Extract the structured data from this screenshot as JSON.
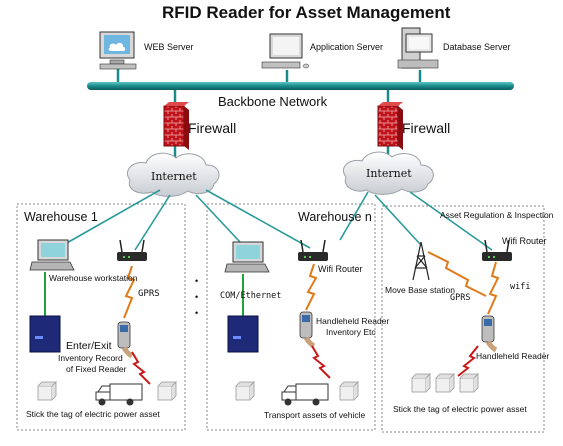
{
  "title": "RFID Reader for Asset Management",
  "servers": {
    "web": "WEB Server",
    "application": "Application Server",
    "database": "Database Server"
  },
  "backbone": "Backbone Network",
  "firewall_left": "Firewall",
  "firewall_right": "Firewall",
  "internet_left": "Internet",
  "internet_right": "Internet",
  "warehouse1": {
    "title": "Warehouse 1",
    "workstation": "Warehouse workstation",
    "gprs": "GPRS",
    "enter_exit": "Enter/Exit",
    "inventory_record": "Inventory Record",
    "of_fixed_reader": "of Fixed Reader",
    "stick_tag": "Stick the tag of electric power asset"
  },
  "warehousen": {
    "title": "Warehouse n",
    "com_ethernet": "COM/Ethernet",
    "wifi_router": "Wifi Router",
    "handheld_reader": "Handleheld Reader",
    "inventory_etc": "Inventory Etc",
    "transport": "Transport assets of vehicle"
  },
  "ellipsis": "•",
  "right_section": {
    "asset_regulation": "Asset Regulation & Inspection",
    "wifi_router": "Wifi Router",
    "move_base": "Move Base station",
    "gprs": "GPRS",
    "wifi": "wifi",
    "handheld_reader": "Handleheld Reader",
    "stick_tag": "Stick the tag of electric power asset"
  },
  "colors": {
    "backbone": "#1a8a8a",
    "link": "#2a9a9a",
    "firewall": "#c0121a",
    "green_link": "#22a33a",
    "wireless": "#e07a1a",
    "wireless_red": "#c81818",
    "reader_blue": "#1e2a78"
  }
}
